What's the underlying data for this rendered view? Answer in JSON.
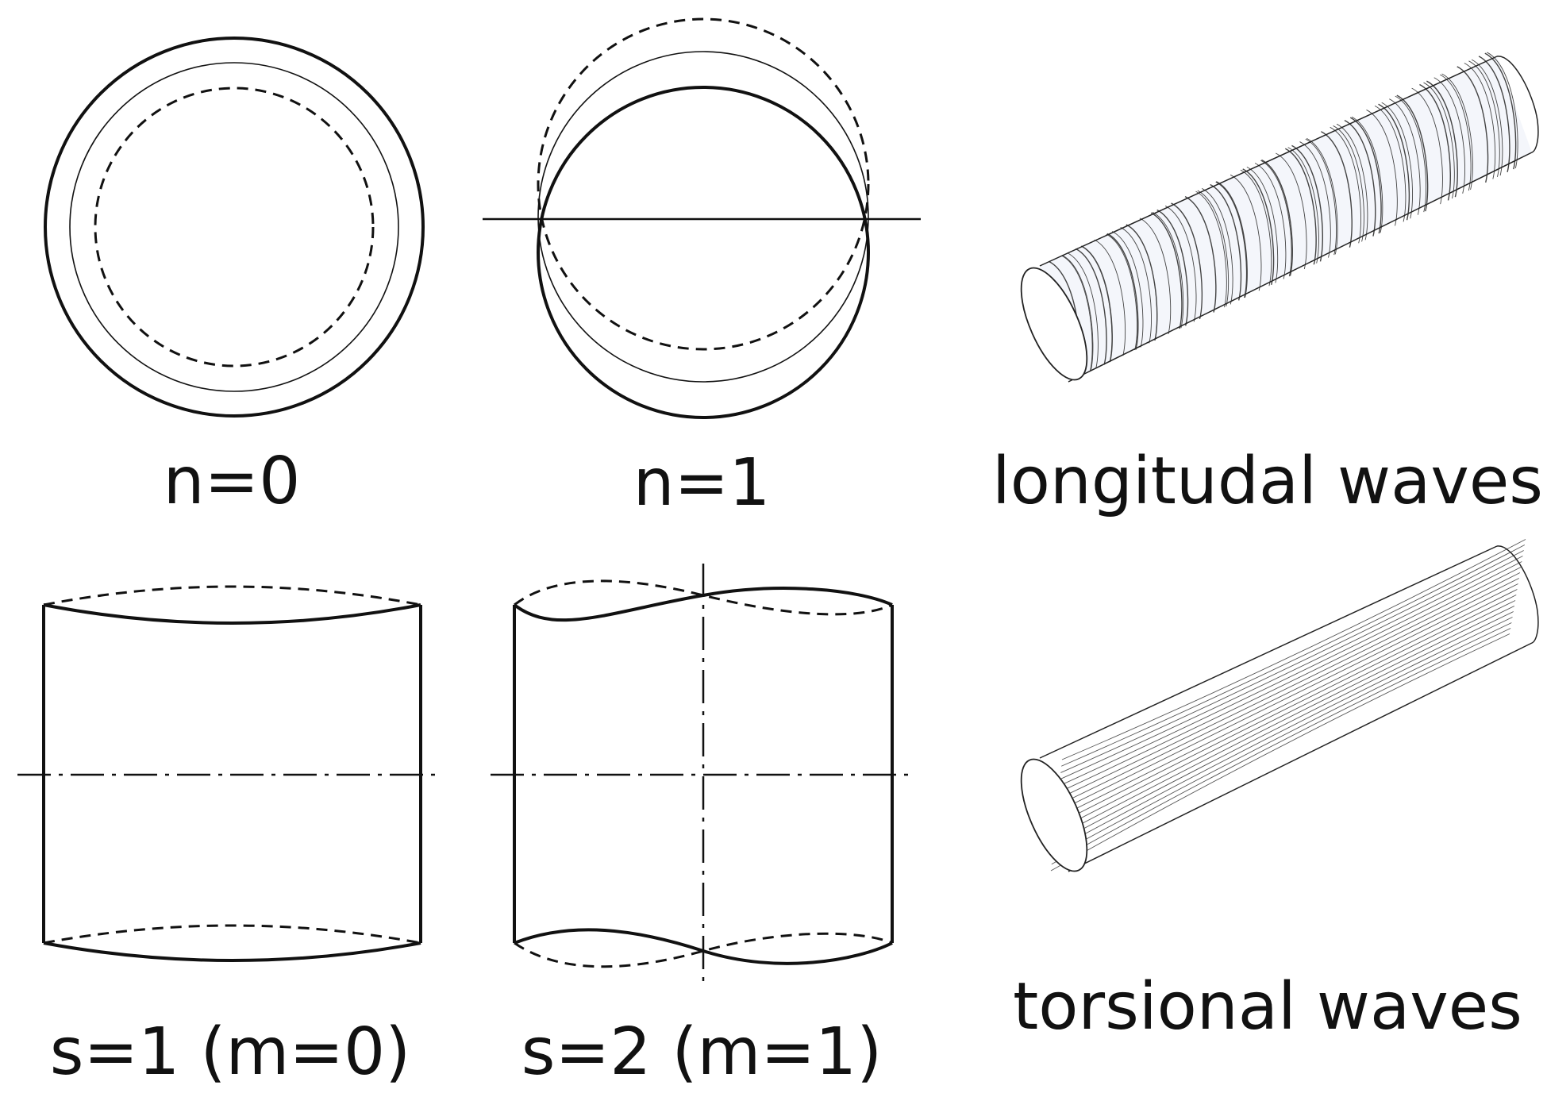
{
  "labels": {
    "n0": "n=0",
    "n1": "n=1",
    "longitudinal": "longitudal waves",
    "s1": "s=1 (m=0)",
    "s2": "s=2 (m=1)",
    "torsional": "torsional waves"
  },
  "colors": {
    "line": "#111111",
    "rod_fill": "#f4f6fb",
    "rod_stripe": "#444444"
  }
}
